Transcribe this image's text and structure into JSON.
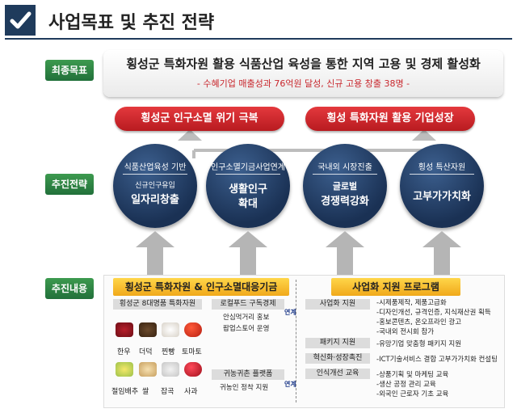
{
  "header": {
    "title": "사업목표 및 추진 전략"
  },
  "labels": {
    "final_goal": "최종목표",
    "strategy": "추진전략",
    "content": "추진내용"
  },
  "goal": {
    "main": "횡성군 특화자원 활용 식품산업 육성을 통한 지역 고용 및 경제 활성화",
    "sub": "- 수혜기업 매출성과 76억원 달성, 신규 고용 창출 38명 -"
  },
  "pills": [
    "횡성군 인구소멸 위기 극복",
    "횡성 특화자원 활용 기업성장"
  ],
  "strategies": [
    {
      "top": "식품산업육성 기반",
      "mid": "신규인구유입",
      "big": "일자리창출"
    },
    {
      "top": "인구소멸기금사업연계",
      "mid": "",
      "big": "생활인구\n확대"
    },
    {
      "top": "국내외 시장진출",
      "mid": "글로벌",
      "big": "경쟁력강화"
    },
    {
      "top": "횡성 특산자원",
      "mid": "",
      "big": "고부가가치화"
    }
  ],
  "left_section": {
    "title": "횡성군 특화자원 & 인구소멸대응기금",
    "resource_box": "횡성군 8대명품 특화자원",
    "foods_row1": [
      "한우",
      "더덕",
      "찐빵",
      "토마토"
    ],
    "foods_row2": [
      "절임배추",
      "쌀",
      "잡곡",
      "사과"
    ],
    "program1_title": "로컬푸드 구독경제",
    "program1_items": [
      "안심먹거리 홍보",
      "팝업스토어 운영"
    ],
    "program2_title": "귀농귀촌 플랫폼",
    "program2_items": [
      "귀농인 정착 지원"
    ],
    "link_label": "연계"
  },
  "right_section": {
    "title": "사업화 지원 프로그램",
    "rows": [
      {
        "label": "사업화 지원",
        "items": [
          "-시제품제작, 제품고급화",
          "-디자인개선, 규격인증, 지식재산권 획득",
          "-홍보콘텐츠, 온오프라인 광고",
          "-국내외 전시회 참가"
        ]
      },
      {
        "label": "패키지 지원",
        "items": [
          "-유망기업 맞춤형 패키지 지원"
        ]
      },
      {
        "label": "혁신화·성장촉진",
        "items": [
          "-ICT기술서비스 결합 고부가가치화 컨설팅"
        ]
      },
      {
        "label": "인식개선 교육",
        "items": [
          "-상품기획 및 마케팅 교육",
          "-생산 공정 관리 교육",
          "-외국인 근로자 기초 교육"
        ]
      }
    ]
  },
  "colors": {
    "navy": "#1f3b5c",
    "green": "#2e8b45",
    "red": "#d62a2f",
    "yellow": "#f7c32e",
    "gray": "#dcdcdc"
  },
  "icons": [
    "checkmark-icon",
    "hanwoo-icon",
    "deodeok-icon",
    "jjinppang-icon",
    "tomato-icon",
    "cabbage-icon",
    "rice-icon",
    "grain-icon",
    "apple-icon"
  ]
}
